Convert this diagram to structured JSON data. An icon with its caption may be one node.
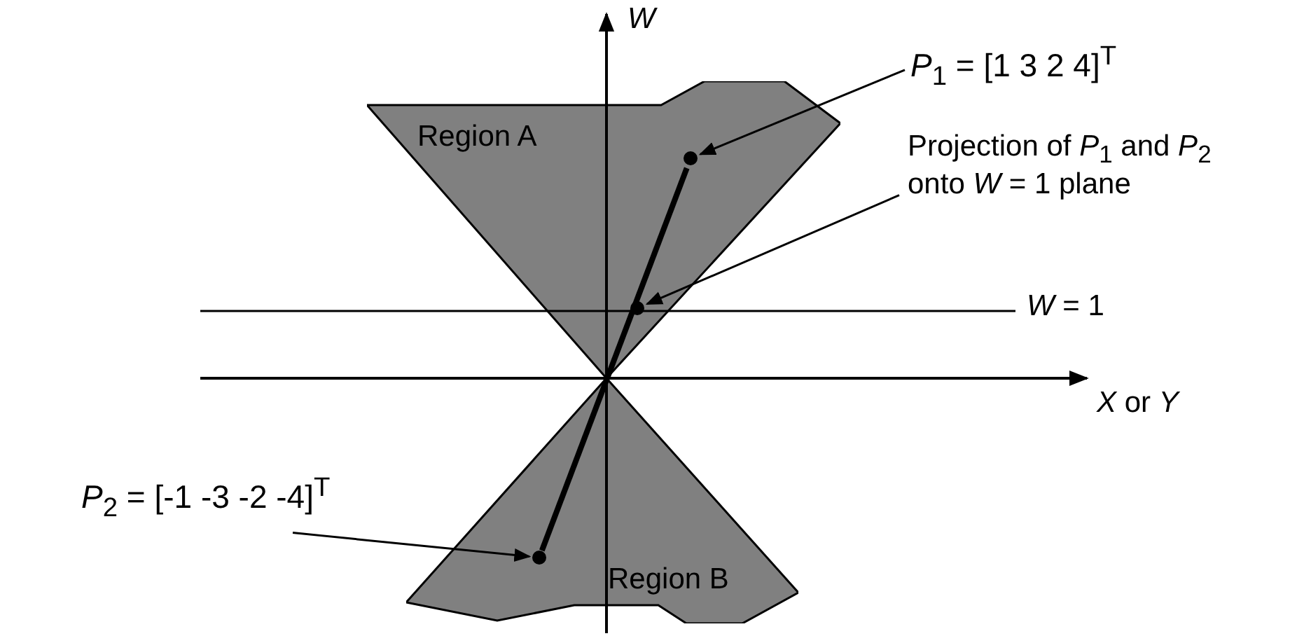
{
  "diagram": {
    "nodes": [
      {
        "text": [
          "Region A"
        ]
      },
      {
        "text": [
          "*P*$_{1}$ = [1 3 2 4]$^{T}$"
        ]
      },
      {
        "text": [],
        "shape": "circle",
        "in": 0
      },
      {
        "text": [
          "Projection of *P*$_{1}$ and *P*$_{2}$ onto *W* = 1 plane"
        ]
      },
      {
        "text": [],
        "shape": "circle",
        "in": 0
      },
      {
        "text": [
          "*P*$_{2}$ = [-1 -3 -2 -4]$^{T}$"
        ]
      },
      {
        "text": [
          "Region B"
        ]
      },
      {
        "text": [],
        "shape": "circle",
        "in": 6
      }
    ],
    "edges": [
      {
        "from": 1,
        "to": 2,
        "arrow": "to"
      },
      {
        "from": 3,
        "to": 4,
        "arrow": "to"
      },
      {
        "from": 5,
        "to": 7,
        "arrow": "to"
      },
      {
        "from": 7,
        "to": 2,
        "arrow": "none",
        "style": "thick"
      }
    ],
    "labels": [
      "W",
      "*W* = 1",
      "*X* or *Y*"
    ]
  }
}
